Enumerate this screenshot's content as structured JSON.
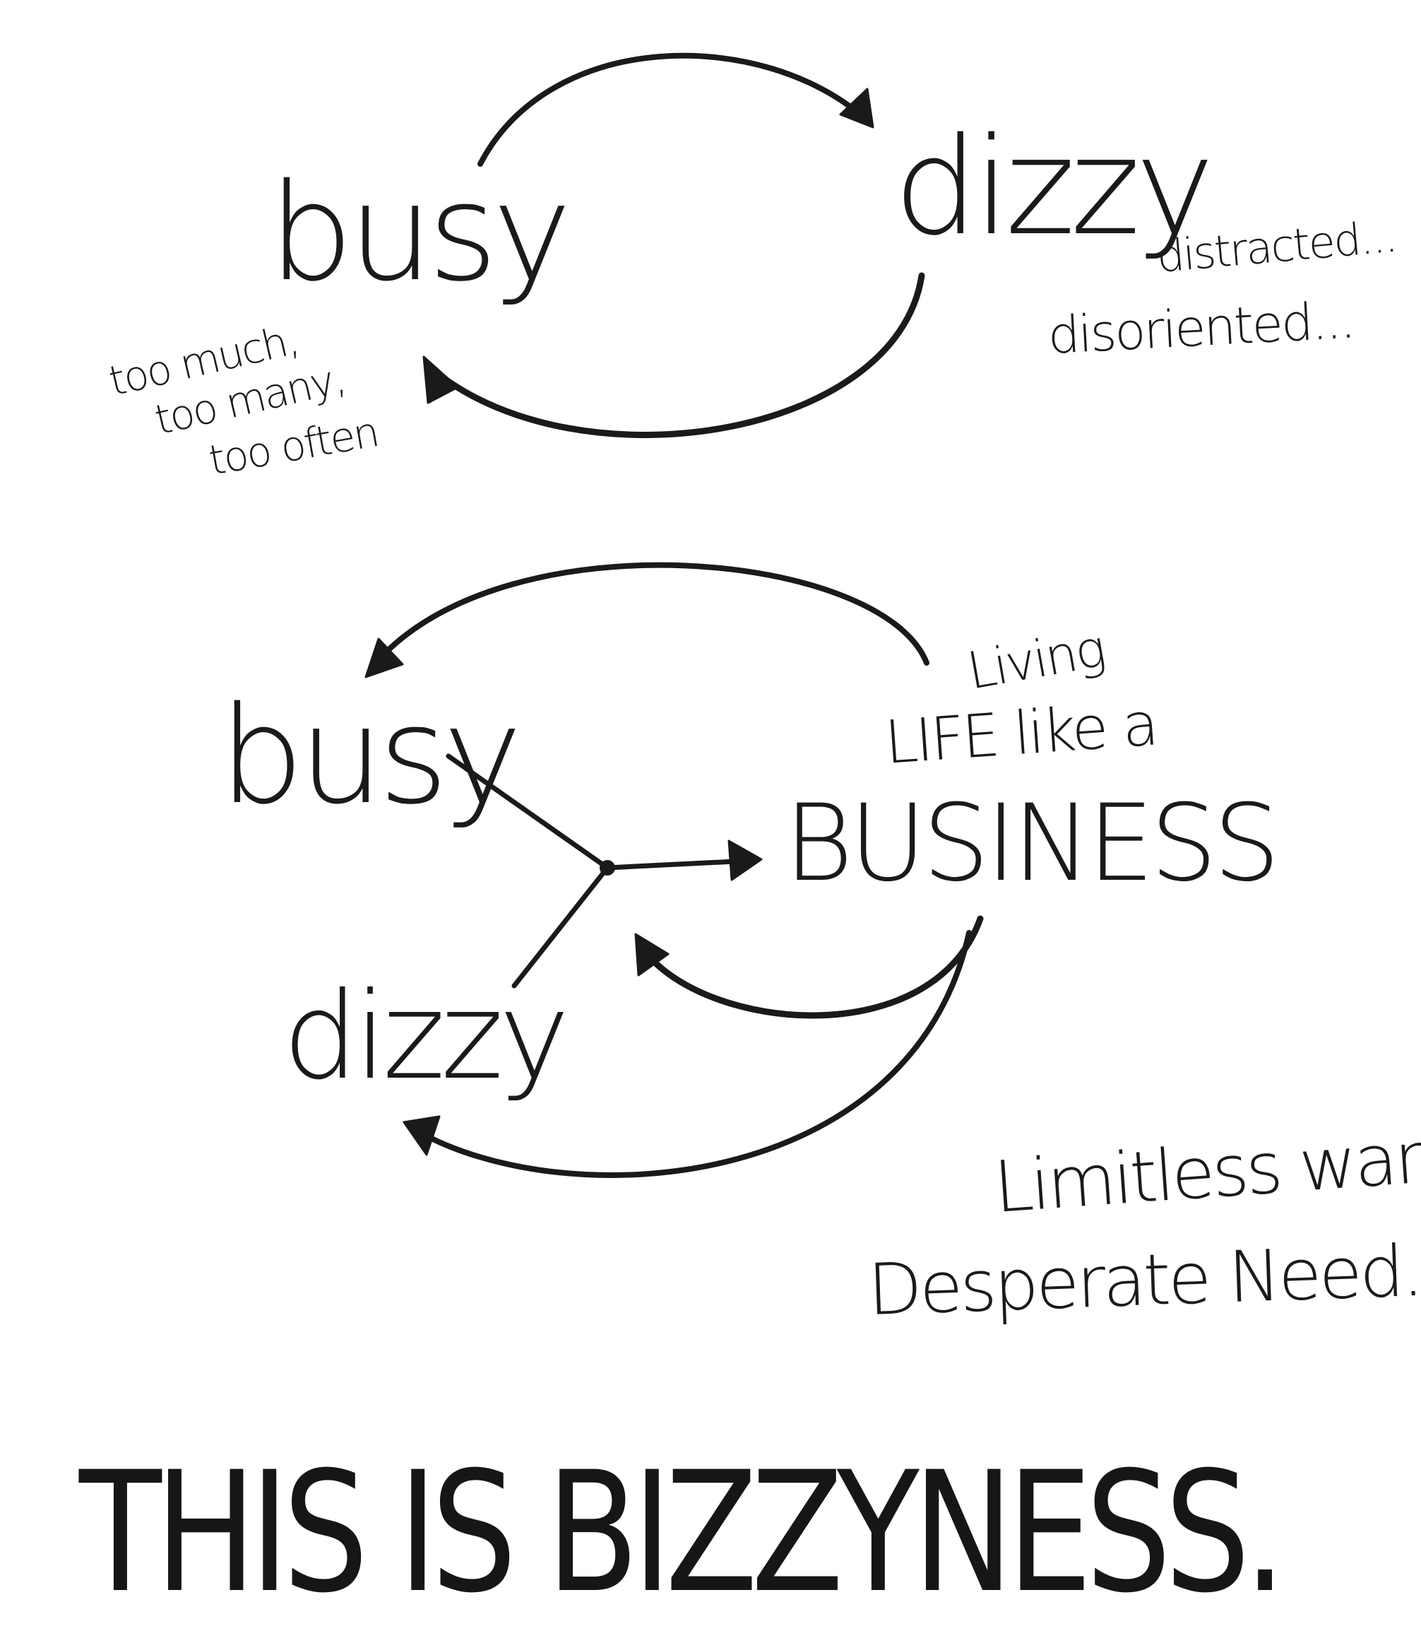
{
  "diagram": {
    "top_cycle": {
      "busy_label": "busy",
      "dizzy_label": "dizzy",
      "dizzy_note_lines": [
        "distracted...",
        "disoriented..."
      ],
      "busy_note_lines": [
        "too much,",
        "too many,",
        "too often"
      ]
    },
    "bottom_cycle": {
      "busy_label": "busy",
      "dizzy_label": "dizzy",
      "business_intro_lines": [
        "Living",
        "LIFE like a"
      ],
      "business_label": "BUSINESS",
      "wants_note_lines": [
        "Limitless wants,",
        "Desperate Need..."
      ]
    },
    "conclusion": "THIS IS BIZZYNESS."
  },
  "colors": {
    "ink": "#1a1a1a",
    "paper": "#ffffff"
  }
}
